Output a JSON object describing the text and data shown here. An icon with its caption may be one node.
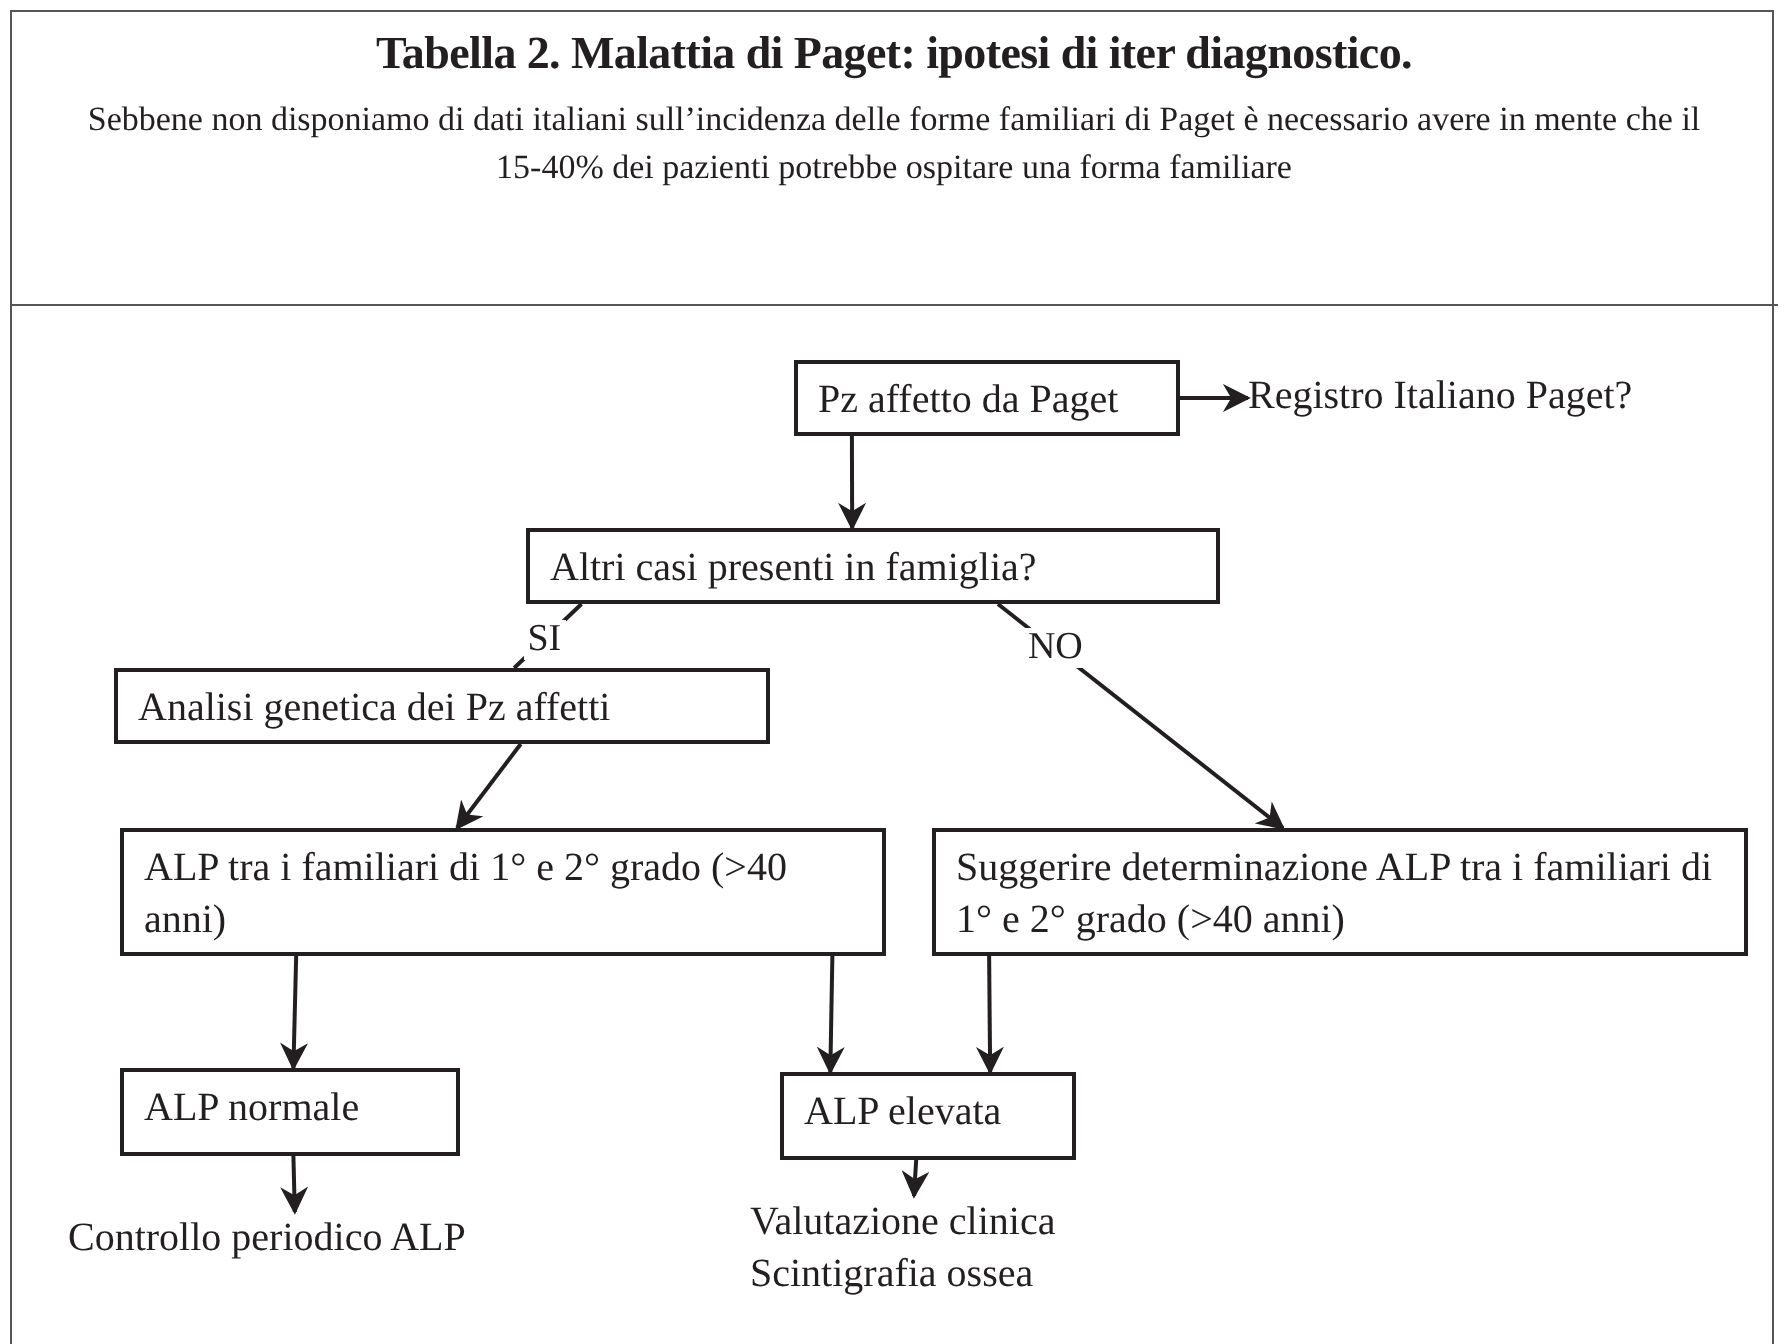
{
  "diagram": {
    "title": "Tabella 2. Malattia di Paget: ipotesi di iter diagnostico.",
    "caption": "Sebbene non disponiamo di dati italiani sull’incidenza delle forme familiari di Paget è necessario avere in mente che il 15-40% dei pazienti potrebbe ospitare una forma familiare",
    "nodes": [
      {
        "text": [
          "Pz affetto da Paget"
        ]
      },
      {
        "text": [
          "Registro Italiano Paget?"
        ]
      },
      {
        "text": [
          "Altri casi presenti in famiglia?"
        ]
      },
      {
        "text": [
          "Analisi genetica dei Pz affetti"
        ]
      },
      {
        "text": [
          "ALP tra i familiari di 1° e 2° grado (>40 anni)"
        ]
      },
      {
        "text": [
          "Suggerire determinazione ALP tra i familiari di 1° e 2° grado (>40 anni)"
        ]
      },
      {
        "text": [
          "ALP normale"
        ]
      },
      {
        "text": [
          "ALP elevata"
        ]
      },
      {
        "text": [
          "Controllo periodico ALP"
        ]
      },
      {
        "text": [
          "Valutazione clinica",
          "Scintigrafia ossea"
        ]
      }
    ],
    "edges": [
      {
        "from": 0,
        "to": 1,
        "arrow": "to"
      },
      {
        "from": 0,
        "to": 2,
        "arrow": "to"
      },
      {
        "from": 2,
        "to": 3,
        "label": "SI",
        "arrow": "none"
      },
      {
        "from": 2,
        "to": 5,
        "label": "NO",
        "arrow": "to"
      },
      {
        "from": 3,
        "to": 4,
        "arrow": "to"
      },
      {
        "from": 4,
        "to": 6,
        "arrow": "to"
      },
      {
        "from": 4,
        "to": 7,
        "arrow": "to"
      },
      {
        "from": 5,
        "to": 7,
        "arrow": "to"
      },
      {
        "from": 6,
        "to": 8,
        "arrow": "to"
      },
      {
        "from": 7,
        "to": 9,
        "arrow": "to"
      }
    ]
  }
}
